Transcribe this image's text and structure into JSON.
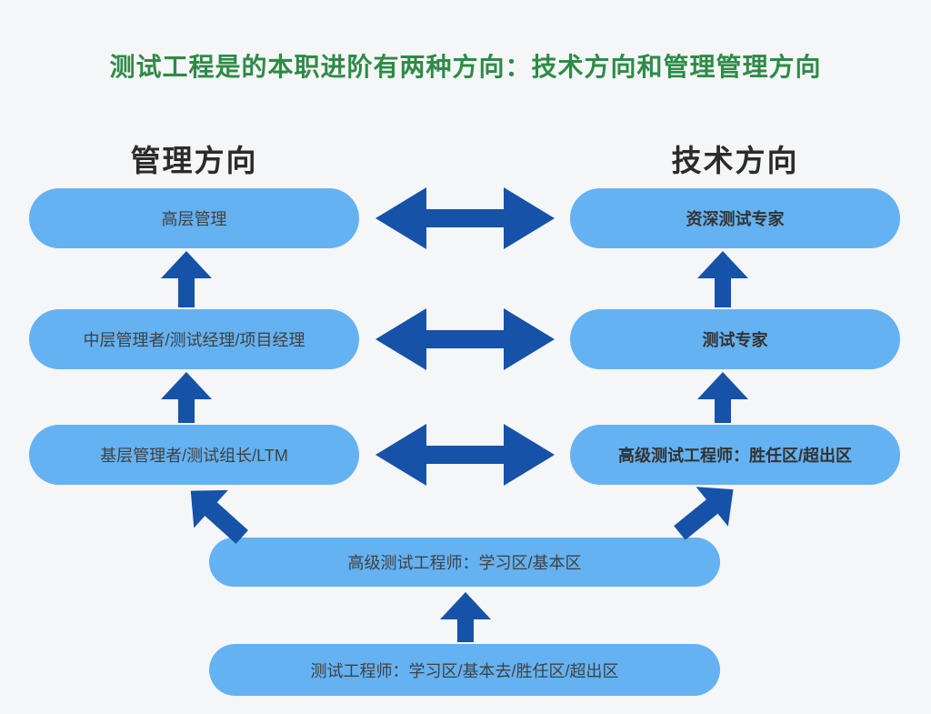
{
  "title": "测试工程是的本职进阶有两种方向：技术方向和管理管理方向",
  "management": {
    "heading": "管理方向",
    "levels": [
      {
        "label": "高层管理"
      },
      {
        "label": "中层管理者/测试经理/项目经理"
      },
      {
        "label": "基层管理者/测试组长/LTM"
      }
    ]
  },
  "technical": {
    "heading": "技术方向",
    "levels": [
      {
        "label": "资深测试专家"
      },
      {
        "label": "测试专家"
      },
      {
        "label": "高级测试工程师：胜任区/超出区"
      }
    ]
  },
  "shared": {
    "levels": [
      {
        "label": "高级测试工程师：学习区/基本区"
      },
      {
        "label": "测试工程师：学习区/基本去/胜任区/超出区"
      }
    ]
  },
  "icons": {
    "horizontal_double_arrow": "↔",
    "up_arrow": "↑",
    "up_left_arrow": "↖",
    "up_right_arrow": "↗"
  },
  "colors": {
    "background": "#f5f6f7",
    "box_fill": "#64b2f2",
    "arrow": "#1552a8",
    "title_green": "#2e8b47",
    "heading_text": "#2b2b2b",
    "box_text": "#404040"
  }
}
